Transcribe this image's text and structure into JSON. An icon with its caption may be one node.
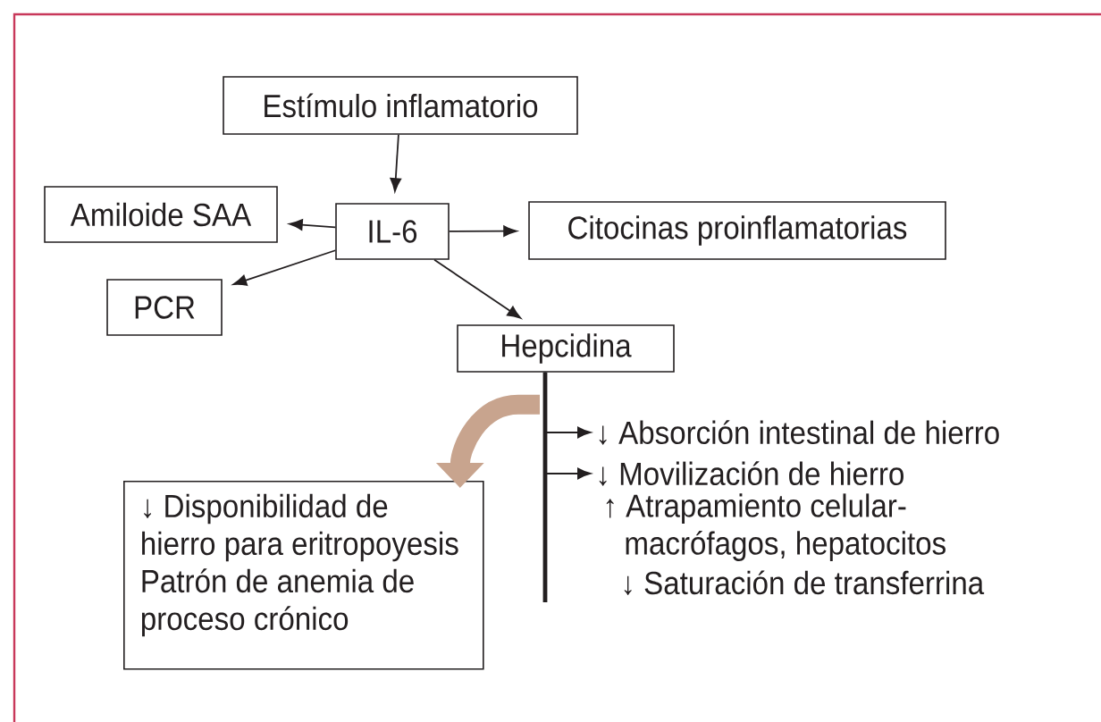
{
  "diagram": {
    "nodes": [
      {
        "text": [
          "Estímulo inflamatorio"
        ]
      },
      {
        "text": [
          "IL-6"
        ]
      },
      {
        "text": [
          "Amiloide SAA"
        ]
      },
      {
        "text": [
          "Citocinas proinflamatorias"
        ]
      },
      {
        "text": [
          "PCR"
        ]
      },
      {
        "text": [
          "Hepcidina"
        ]
      },
      {
        "text": [
          "↓ Disponibilidad de hierro para eritropoyesis",
          "Patrón de anemia de proceso crónico"
        ]
      },
      {
        "text": [
          "↓ Absorción intestinal de hierro"
        ]
      },
      {
        "text": [
          "↓ Movilización de hierro"
        ]
      }
    ],
    "edges": [
      {
        "from": 0,
        "to": 1,
        "arrow": "to"
      },
      {
        "from": 1,
        "to": 2,
        "arrow": "to"
      },
      {
        "from": 1,
        "to": 3,
        "arrow": "to"
      },
      {
        "from": 1,
        "to": 4,
        "arrow": "to"
      },
      {
        "from": 1,
        "to": 5,
        "arrow": "to"
      },
      {
        "from": 5,
        "to": 6,
        "arrow": "to",
        "style": "thick",
        "color": "#c8a48e"
      },
      {
        "from": 5,
        "to": 7,
        "arrow": "to"
      },
      {
        "from": 5,
        "to": 8,
        "arrow": "to"
      }
    ],
    "labels": [
      "↑ Atrapamiento celular- macrófagos, hepatocitos",
      "↓ Saturación de transferrina"
    ]
  }
}
